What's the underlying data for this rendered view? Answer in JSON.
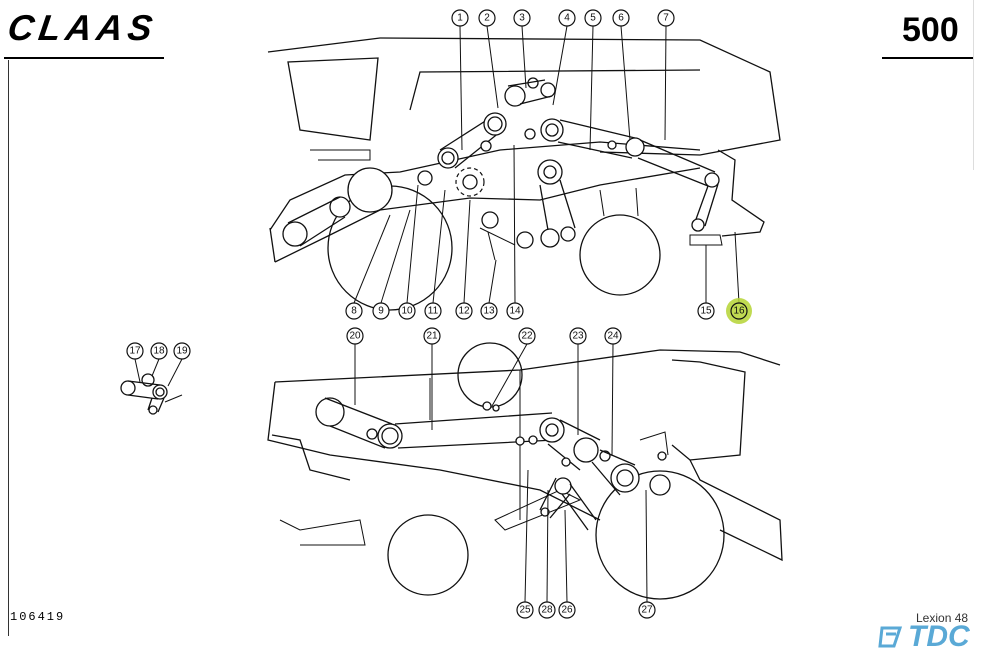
{
  "header": {
    "brand": "CLAAS",
    "page_number": "500"
  },
  "footer": {
    "document_id": "106419",
    "model": "Lexion 48",
    "watermark": "TDC"
  },
  "colors": {
    "highlight": "#b5d334",
    "watermark": "#5aa9d6",
    "ink": "#111111"
  },
  "callouts": [
    {
      "label": "1"
    },
    {
      "label": "2"
    },
    {
      "label": "3"
    },
    {
      "label": "4"
    },
    {
      "label": "5"
    },
    {
      "label": "6"
    },
    {
      "label": "7"
    },
    {
      "label": "8"
    },
    {
      "label": "9"
    },
    {
      "label": "10"
    },
    {
      "label": "11"
    },
    {
      "label": "12"
    },
    {
      "label": "13"
    },
    {
      "label": "14"
    },
    {
      "label": "15"
    },
    {
      "label": "16",
      "highlighted": true
    },
    {
      "label": "17"
    },
    {
      "label": "18"
    },
    {
      "label": "19"
    },
    {
      "label": "20"
    },
    {
      "label": "21"
    },
    {
      "label": "22"
    },
    {
      "label": "23"
    },
    {
      "label": "24"
    },
    {
      "label": "25"
    },
    {
      "label": "26"
    },
    {
      "label": "27"
    },
    {
      "label": "28"
    }
  ]
}
